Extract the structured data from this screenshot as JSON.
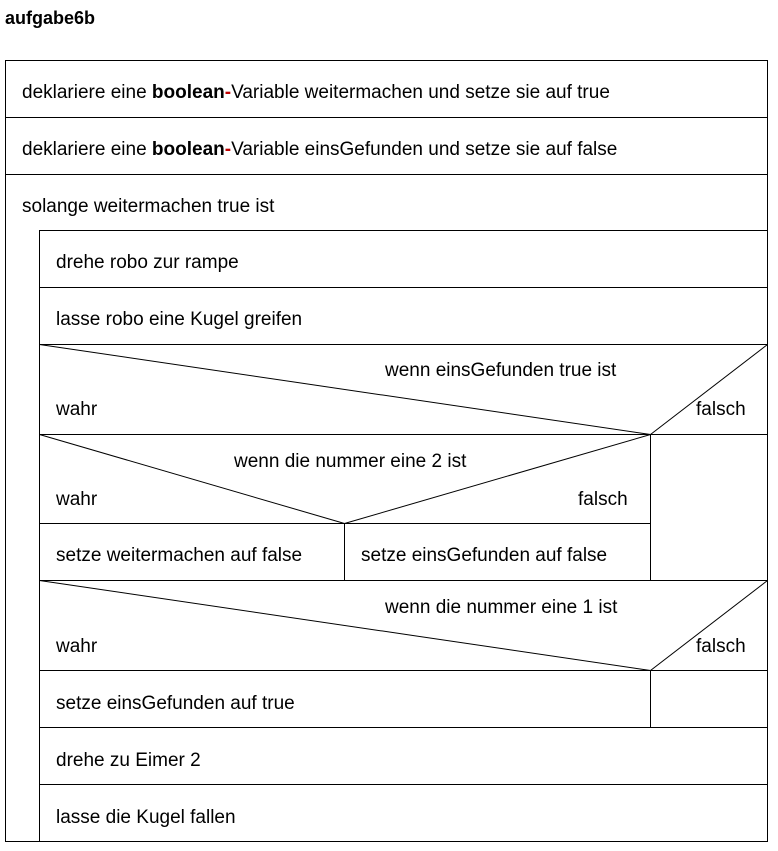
{
  "title": "aufgabe6b",
  "statements": {
    "s1": {
      "pre": "deklariere eine ",
      "bold": "boolean",
      "dash": "-",
      "post": "Variable weitermachen und setze sie auf true"
    },
    "s2": {
      "pre": "deklariere eine ",
      "bold": "boolean",
      "dash": "-",
      "post": "Variable einsGefunden und setze sie auf false"
    },
    "loop": "solange weitermachen true ist",
    "turn_ramp": "drehe robo zur rampe",
    "grab": "lasse robo eine Kugel greifen",
    "if1": {
      "cond": "wenn einsGefunden true ist",
      "yes": "wahr",
      "no": "falsch"
    },
    "if2": {
      "cond": "wenn die nummer eine 2 ist",
      "yes": "wahr",
      "no": "falsch"
    },
    "set_stop": "setze weitermachen auf false",
    "set_found_false": "setze einsGefunden auf false",
    "if3": {
      "cond": "wenn die nummer eine 1 ist",
      "yes": "wahr",
      "no": "falsch"
    },
    "set_found_true": "setze einsGefunden auf true",
    "turn_bucket": "drehe zu Eimer 2",
    "drop": "lasse die Kugel fallen"
  }
}
